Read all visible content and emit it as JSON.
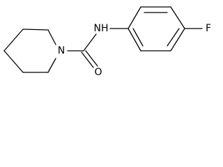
{
  "atoms": {
    "nitrogen_ring": "N",
    "nitrogen_amide": "NH",
    "oxygen": "O",
    "fluorine": "F"
  },
  "colors": {
    "bond": "#000000",
    "background": "#ffffff"
  }
}
